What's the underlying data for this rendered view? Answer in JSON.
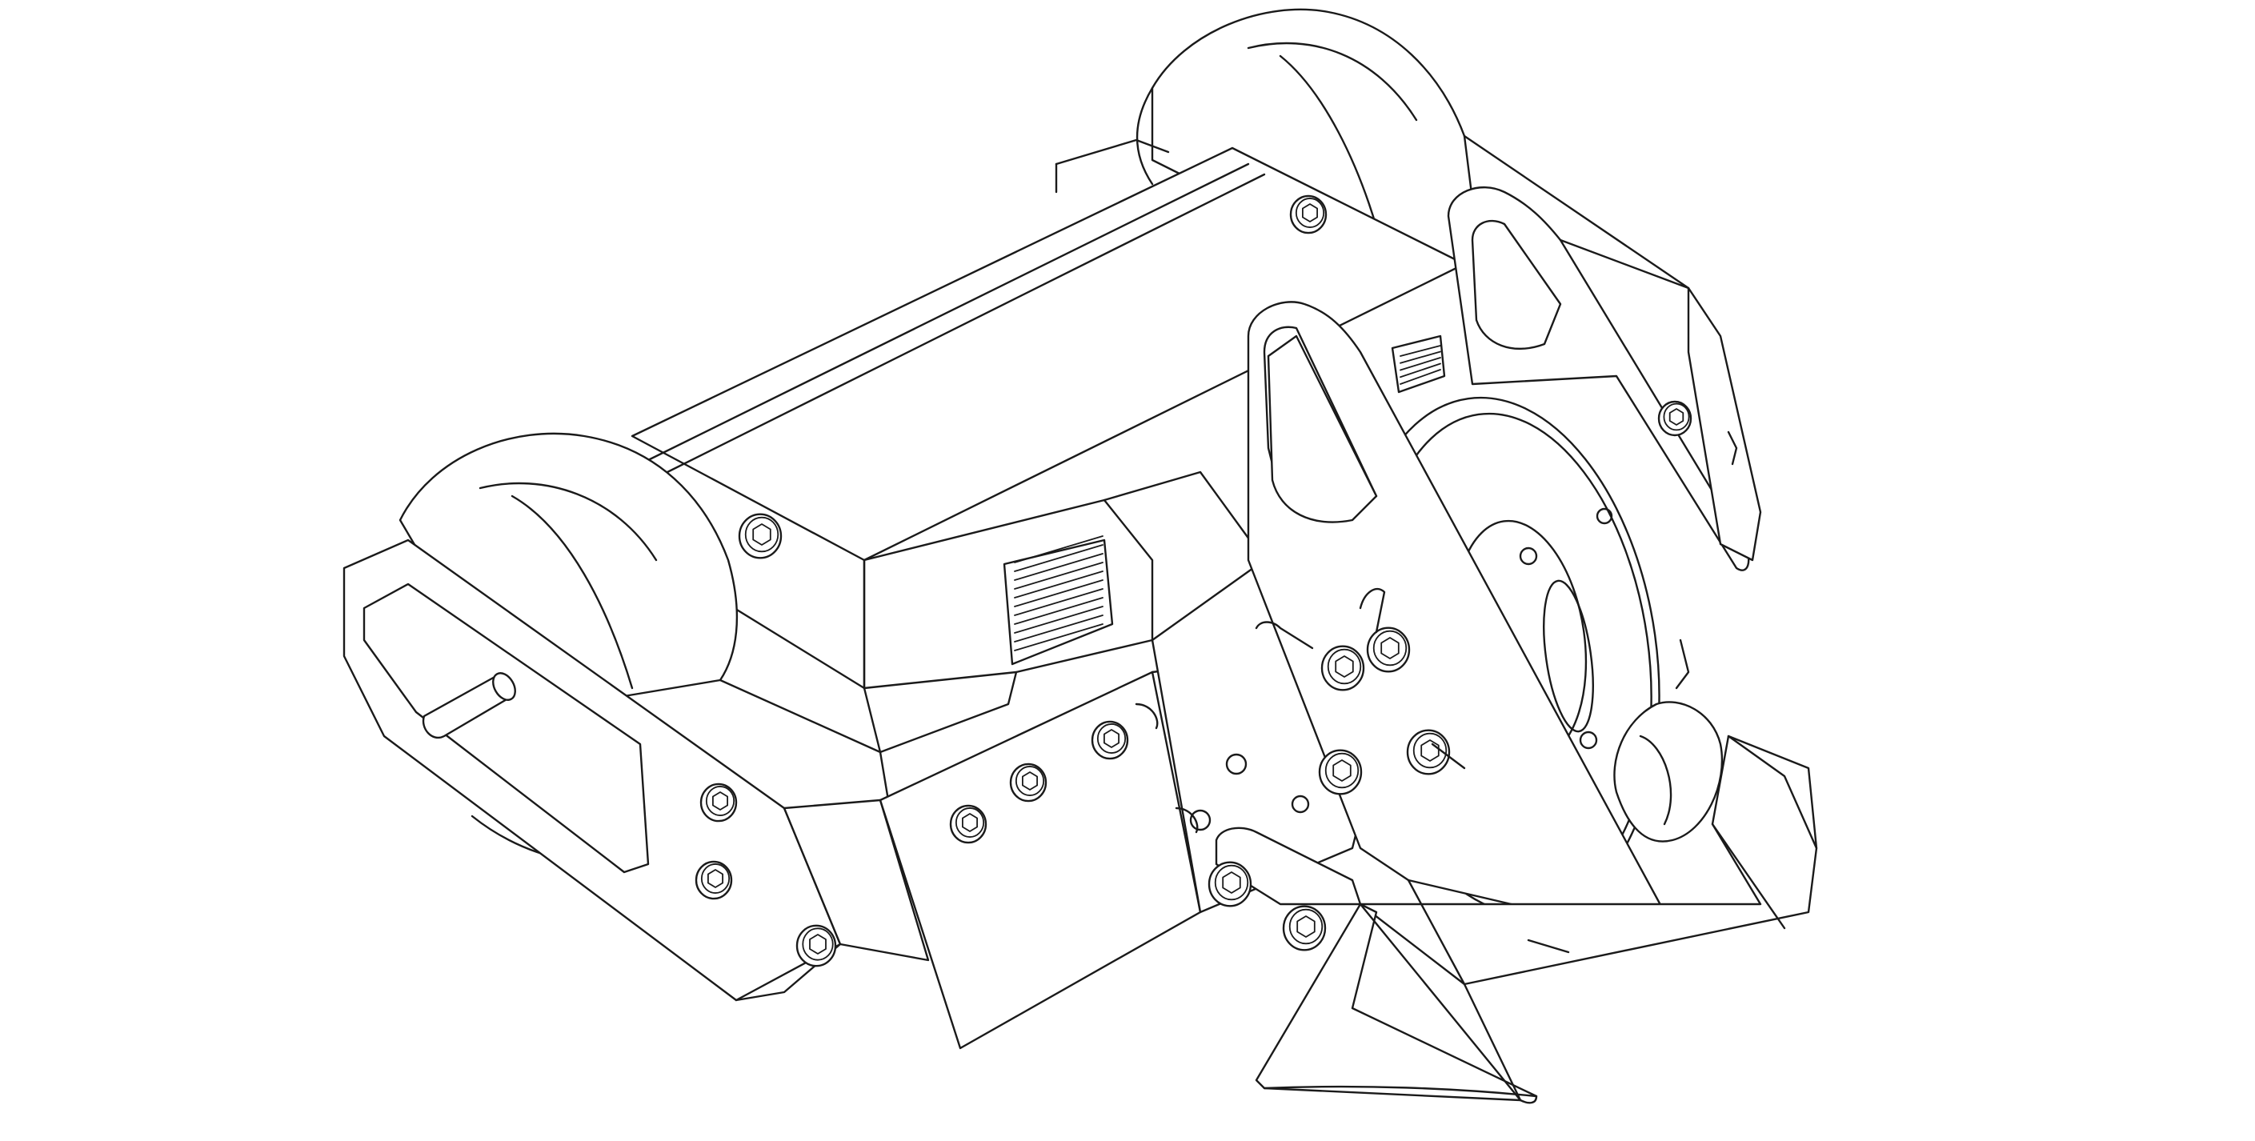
{
  "colors": {
    "background": "#ffffff",
    "line": "#1a1a1a"
  },
  "parts": [
    {
      "id": "rear-wheel",
      "icon": "wheel-icon"
    },
    {
      "id": "front-wheel",
      "icon": "wheel-icon"
    },
    {
      "id": "chassis-body",
      "icon": "chassis-icon"
    },
    {
      "id": "side-plate",
      "icon": "plate-icon"
    },
    {
      "id": "motor-mount",
      "icon": "motor-icon"
    },
    {
      "id": "drive-pulley",
      "icon": "pulley-icon"
    },
    {
      "id": "wedge-scoop",
      "icon": "wedge-icon"
    },
    {
      "id": "hex-bolts",
      "icon": "hex-bolt-icon"
    }
  ]
}
